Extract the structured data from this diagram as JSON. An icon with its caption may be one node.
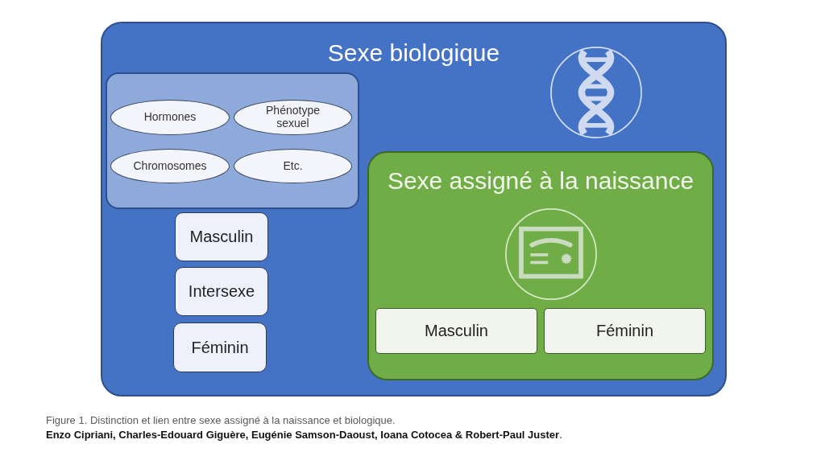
{
  "diagram": {
    "caption": "Figure 1. Distinction et lien entre sexe assigné à la naissance et biologique.",
    "nodes": [
      {
        "text": [
          "Sexe biologique"
        ]
      },
      {
        "text": [],
        "shape": "box",
        "in": 0
      },
      {
        "text": [
          "Hormones"
        ],
        "in": 1
      },
      {
        "text": [
          "Phénotype sexuel"
        ],
        "in": 1
      },
      {
        "text": [
          "Chromosomes"
        ],
        "in": 1
      },
      {
        "text": [
          "Etc."
        ],
        "in": 1
      },
      {
        "text": [
          "Masculin"
        ],
        "in": 0
      },
      {
        "text": [
          "Intersexe"
        ],
        "in": 0
      },
      {
        "text": [
          "Féminin"
        ],
        "in": 0
      },
      {
        "text": [
          "Sexe assigné à la naissance"
        ],
        "in": 0
      },
      {
        "text": [
          "Masculin"
        ],
        "in": 9
      },
      {
        "text": [
          "Féminin"
        ],
        "in": 9
      }
    ],
    "labels": [
      "**Enzo Cipriani, Charles-Edouard Giguère, Eugénie Samson-Daoust, Ioana Cotocea & Robert-Paul Juster**."
    ]
  }
}
